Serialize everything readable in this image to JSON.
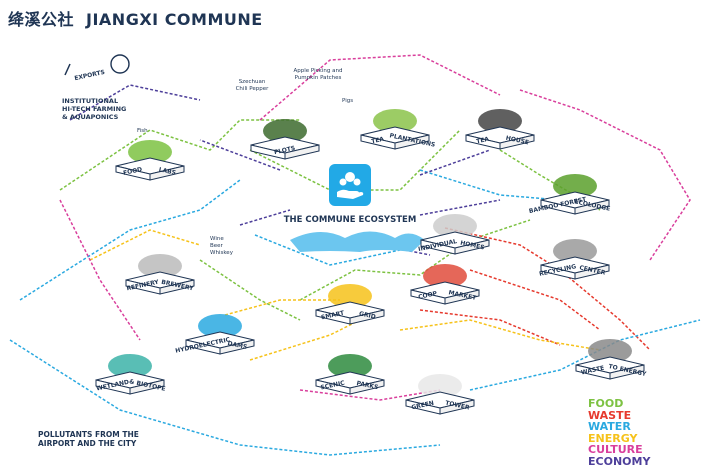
{
  "header": {
    "title_cn": "绛溪公社",
    "title_en": "JIANGXI COMMUNE"
  },
  "center": {
    "title": "THE COMMUNE ECOSYSTEM"
  },
  "nodes": [
    {
      "id": "exports",
      "words": [
        "EXPORTS"
      ]
    },
    {
      "id": "food-labs",
      "words": [
        "FOOD",
        "LABS"
      ]
    },
    {
      "id": "plots",
      "words": [
        "PLOTS"
      ]
    },
    {
      "id": "tea-plantations",
      "words": [
        "TEA",
        "PLANTATIONS"
      ]
    },
    {
      "id": "tea-house",
      "words": [
        "TEA",
        "HOUSE"
      ]
    },
    {
      "id": "bamboo-forest-ecolodge",
      "words": [
        "BAMBOO FOREST",
        "ECOLODGE"
      ]
    },
    {
      "id": "individual-homes",
      "words": [
        "INDIVIDUAL",
        "HOMES"
      ]
    },
    {
      "id": "recycling-center",
      "words": [
        "RECYCLING",
        "CENTER"
      ]
    },
    {
      "id": "refinery-brewery",
      "words": [
        "REFINERY",
        "BREWERY"
      ]
    },
    {
      "id": "coop-market",
      "words": [
        "COOP",
        "MARKET"
      ]
    },
    {
      "id": "smart-grid",
      "words": [
        "SMART",
        "GRID"
      ]
    },
    {
      "id": "hydroelectric-dams",
      "words": [
        "HYDROELECTRIC",
        "DAMS"
      ]
    },
    {
      "id": "scenic-parks",
      "words": [
        "SCENIC",
        "PARKS"
      ]
    },
    {
      "id": "green-tower",
      "words": [
        "GREEN",
        "TOWER"
      ]
    },
    {
      "id": "waste-to-energy",
      "words": [
        "WASTE",
        "TO ENERGY"
      ]
    },
    {
      "id": "wetland-biotope",
      "words": [
        "WETLAND",
        "& BIOTOPE"
      ]
    }
  ],
  "annotations": {
    "institutional": [
      "INSTITUTIONAL",
      "HI-TECH FARMING",
      "& AQUAPONICS"
    ],
    "crops_a": [
      "Szechuan",
      "Chili Pepper"
    ],
    "crops_b": [
      "Apple Picking and",
      "Pumpkin Patches"
    ],
    "pigs": "Pigs",
    "fish": "Fish",
    "wine": [
      "Wine",
      "Beer",
      "Whiskey"
    ],
    "pollutants": [
      "POLLUTANTS FROM THE",
      "AIRPORT AND THE CITY"
    ]
  },
  "legend": [
    {
      "label": "FOOD",
      "color": "#7dc242"
    },
    {
      "label": "WASTE",
      "color": "#e63a2e"
    },
    {
      "label": "WATER",
      "color": "#2aa9e0"
    },
    {
      "label": "ENERGY",
      "color": "#f6c21a"
    },
    {
      "label": "CULTURE",
      "color": "#d93f9c"
    },
    {
      "label": "ECONOMY",
      "color": "#4d3f9a"
    }
  ],
  "colors": {
    "header": "#1f3554",
    "accent_blue": "#22a9e6",
    "node_label": "#1f3554"
  }
}
